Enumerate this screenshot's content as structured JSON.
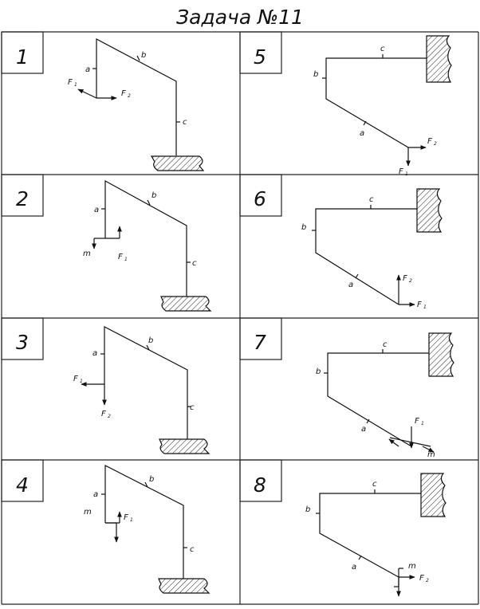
{
  "title": "Задача №11",
  "panels": [
    {
      "number": "1",
      "labels": {
        "a": "a",
        "b": "b",
        "c": "c",
        "f1": "F",
        "f1_sub": "1",
        "f2": "F",
        "f2_sub": "2"
      }
    },
    {
      "number": "2",
      "labels": {
        "a": "a",
        "b": "b",
        "c": "c",
        "f1": "F",
        "f1_sub": "1",
        "m": "m"
      }
    },
    {
      "number": "3",
      "labels": {
        "a": "a",
        "b": "b",
        "c": "c",
        "f1": "F",
        "f1_sub": "1",
        "f2": "F",
        "f2_sub": "2"
      }
    },
    {
      "number": "4",
      "labels": {
        "a": "a",
        "b": "b",
        "c": "c",
        "f1": "F",
        "f1_sub": "1",
        "m": "m"
      }
    },
    {
      "number": "5",
      "labels": {
        "a": "a",
        "b": "b",
        "c": "c",
        "f1": "F",
        "f1_sub": "1",
        "f2": "F",
        "f2_sub": "2"
      }
    },
    {
      "number": "6",
      "labels": {
        "a": "a",
        "b": "b",
        "c": "c",
        "f1": "F",
        "f1_sub": "1",
        "f2": "F",
        "f2_sub": "2"
      }
    },
    {
      "number": "7",
      "labels": {
        "a": "a",
        "b": "b",
        "c": "c",
        "f1": "F",
        "f1_sub": "1",
        "m": "m"
      }
    },
    {
      "number": "8",
      "labels": {
        "a": "a",
        "b": "b",
        "c": "c",
        "f2": "F",
        "f2_sub": "2",
        "m": "m"
      }
    }
  ]
}
